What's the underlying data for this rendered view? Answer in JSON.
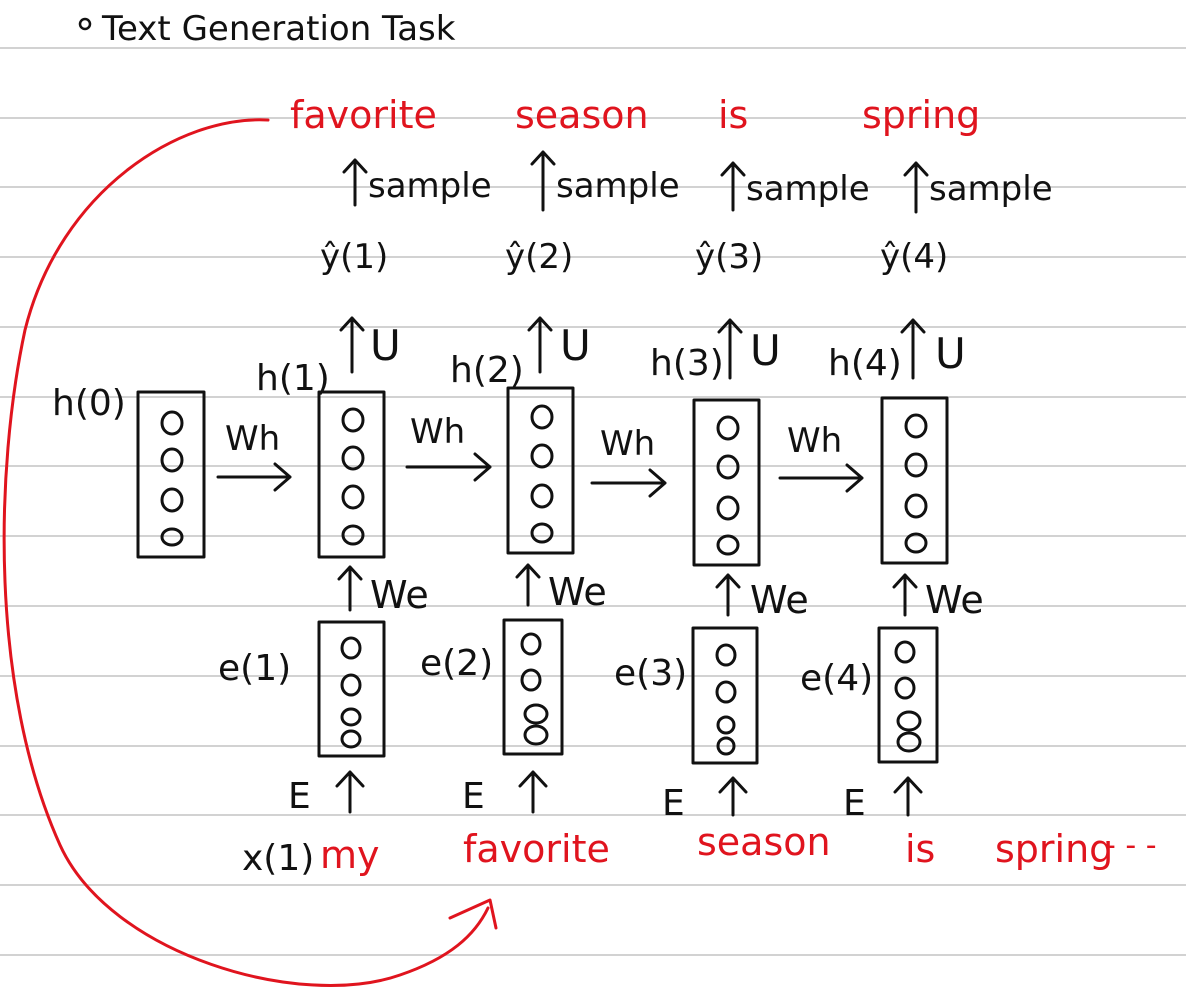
{
  "title": "Text Generation Task",
  "outputs": [
    "favorite",
    "season",
    "is",
    "spring"
  ],
  "sample_label": "sample",
  "yhat_labels": [
    "ŷ(1)",
    "ŷ(2)",
    "ŷ(3)",
    "ŷ(4)"
  ],
  "hidden_labels": [
    "h(0)",
    "h(1)",
    "h(2)",
    "h(3)",
    "h(4)"
  ],
  "weights": {
    "output": "U",
    "recurrent": "Wh",
    "embedding": "We",
    "input": "E"
  },
  "embed_labels": [
    "e(1)",
    "e(2)",
    "e(3)",
    "e(4)"
  ],
  "input_label": "x(1)",
  "inputs": [
    "my",
    "favorite",
    "season",
    "is",
    "spring",
    "- - -"
  ],
  "colors": {
    "ink": "#111111",
    "accent": "#e0141e",
    "ruled_line": "#d2d2d2"
  }
}
